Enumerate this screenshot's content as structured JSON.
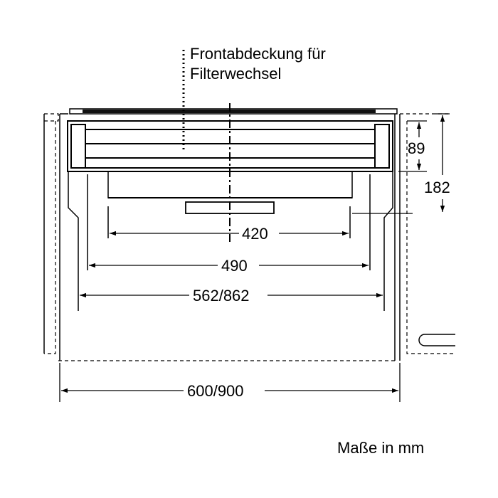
{
  "annotation": {
    "line1": "Frontabdeckung für",
    "line2": "Filterwechsel"
  },
  "dimensions": {
    "d420": "420",
    "d490": "490",
    "d562": "562/862",
    "d600": "600/900",
    "d89": "89",
    "d182": "182"
  },
  "units_note": "Maße in mm"
}
